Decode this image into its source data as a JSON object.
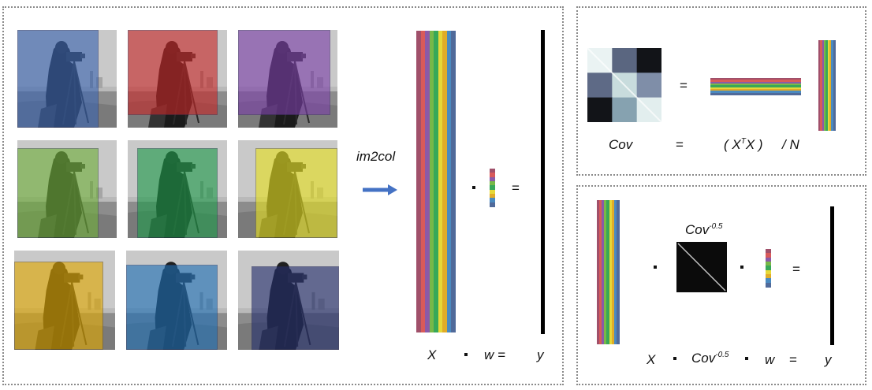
{
  "labels": {
    "im2col": "im2col",
    "x_left": "X",
    "w_left": "w =",
    "y_left": "y",
    "cov_label": "Cov",
    "cov_eq": "=",
    "xtx_open": "( X",
    "xtx_sup": "T",
    "xtx_close": "X )",
    "div_n": "/ N",
    "cov_inv_top": "Cov",
    "cov_inv_top_sup": "-0.5",
    "x_right": "X",
    "cov_inv_bottom": "Cov",
    "cov_inv_bottom_sup": "-0.5",
    "w_right": "w",
    "eq_right": "=",
    "y_right": "y",
    "eq_symbol": "="
  },
  "overlay_colors": [
    "#3a64b0",
    "#c62828",
    "#7b3fa8",
    "#6fae3a",
    "#1f9a4a",
    "#e6e020",
    "#e0a800",
    "#1f6fb5",
    "#26306e"
  ],
  "stripe_colors": [
    "#a0506a",
    "#d85a5a",
    "#8a5aa8",
    "#78b848",
    "#38a858",
    "#e6d838",
    "#e0ac28",
    "#4a8ac0",
    "#506a9a"
  ],
  "arrow_color": "#4472c4"
}
